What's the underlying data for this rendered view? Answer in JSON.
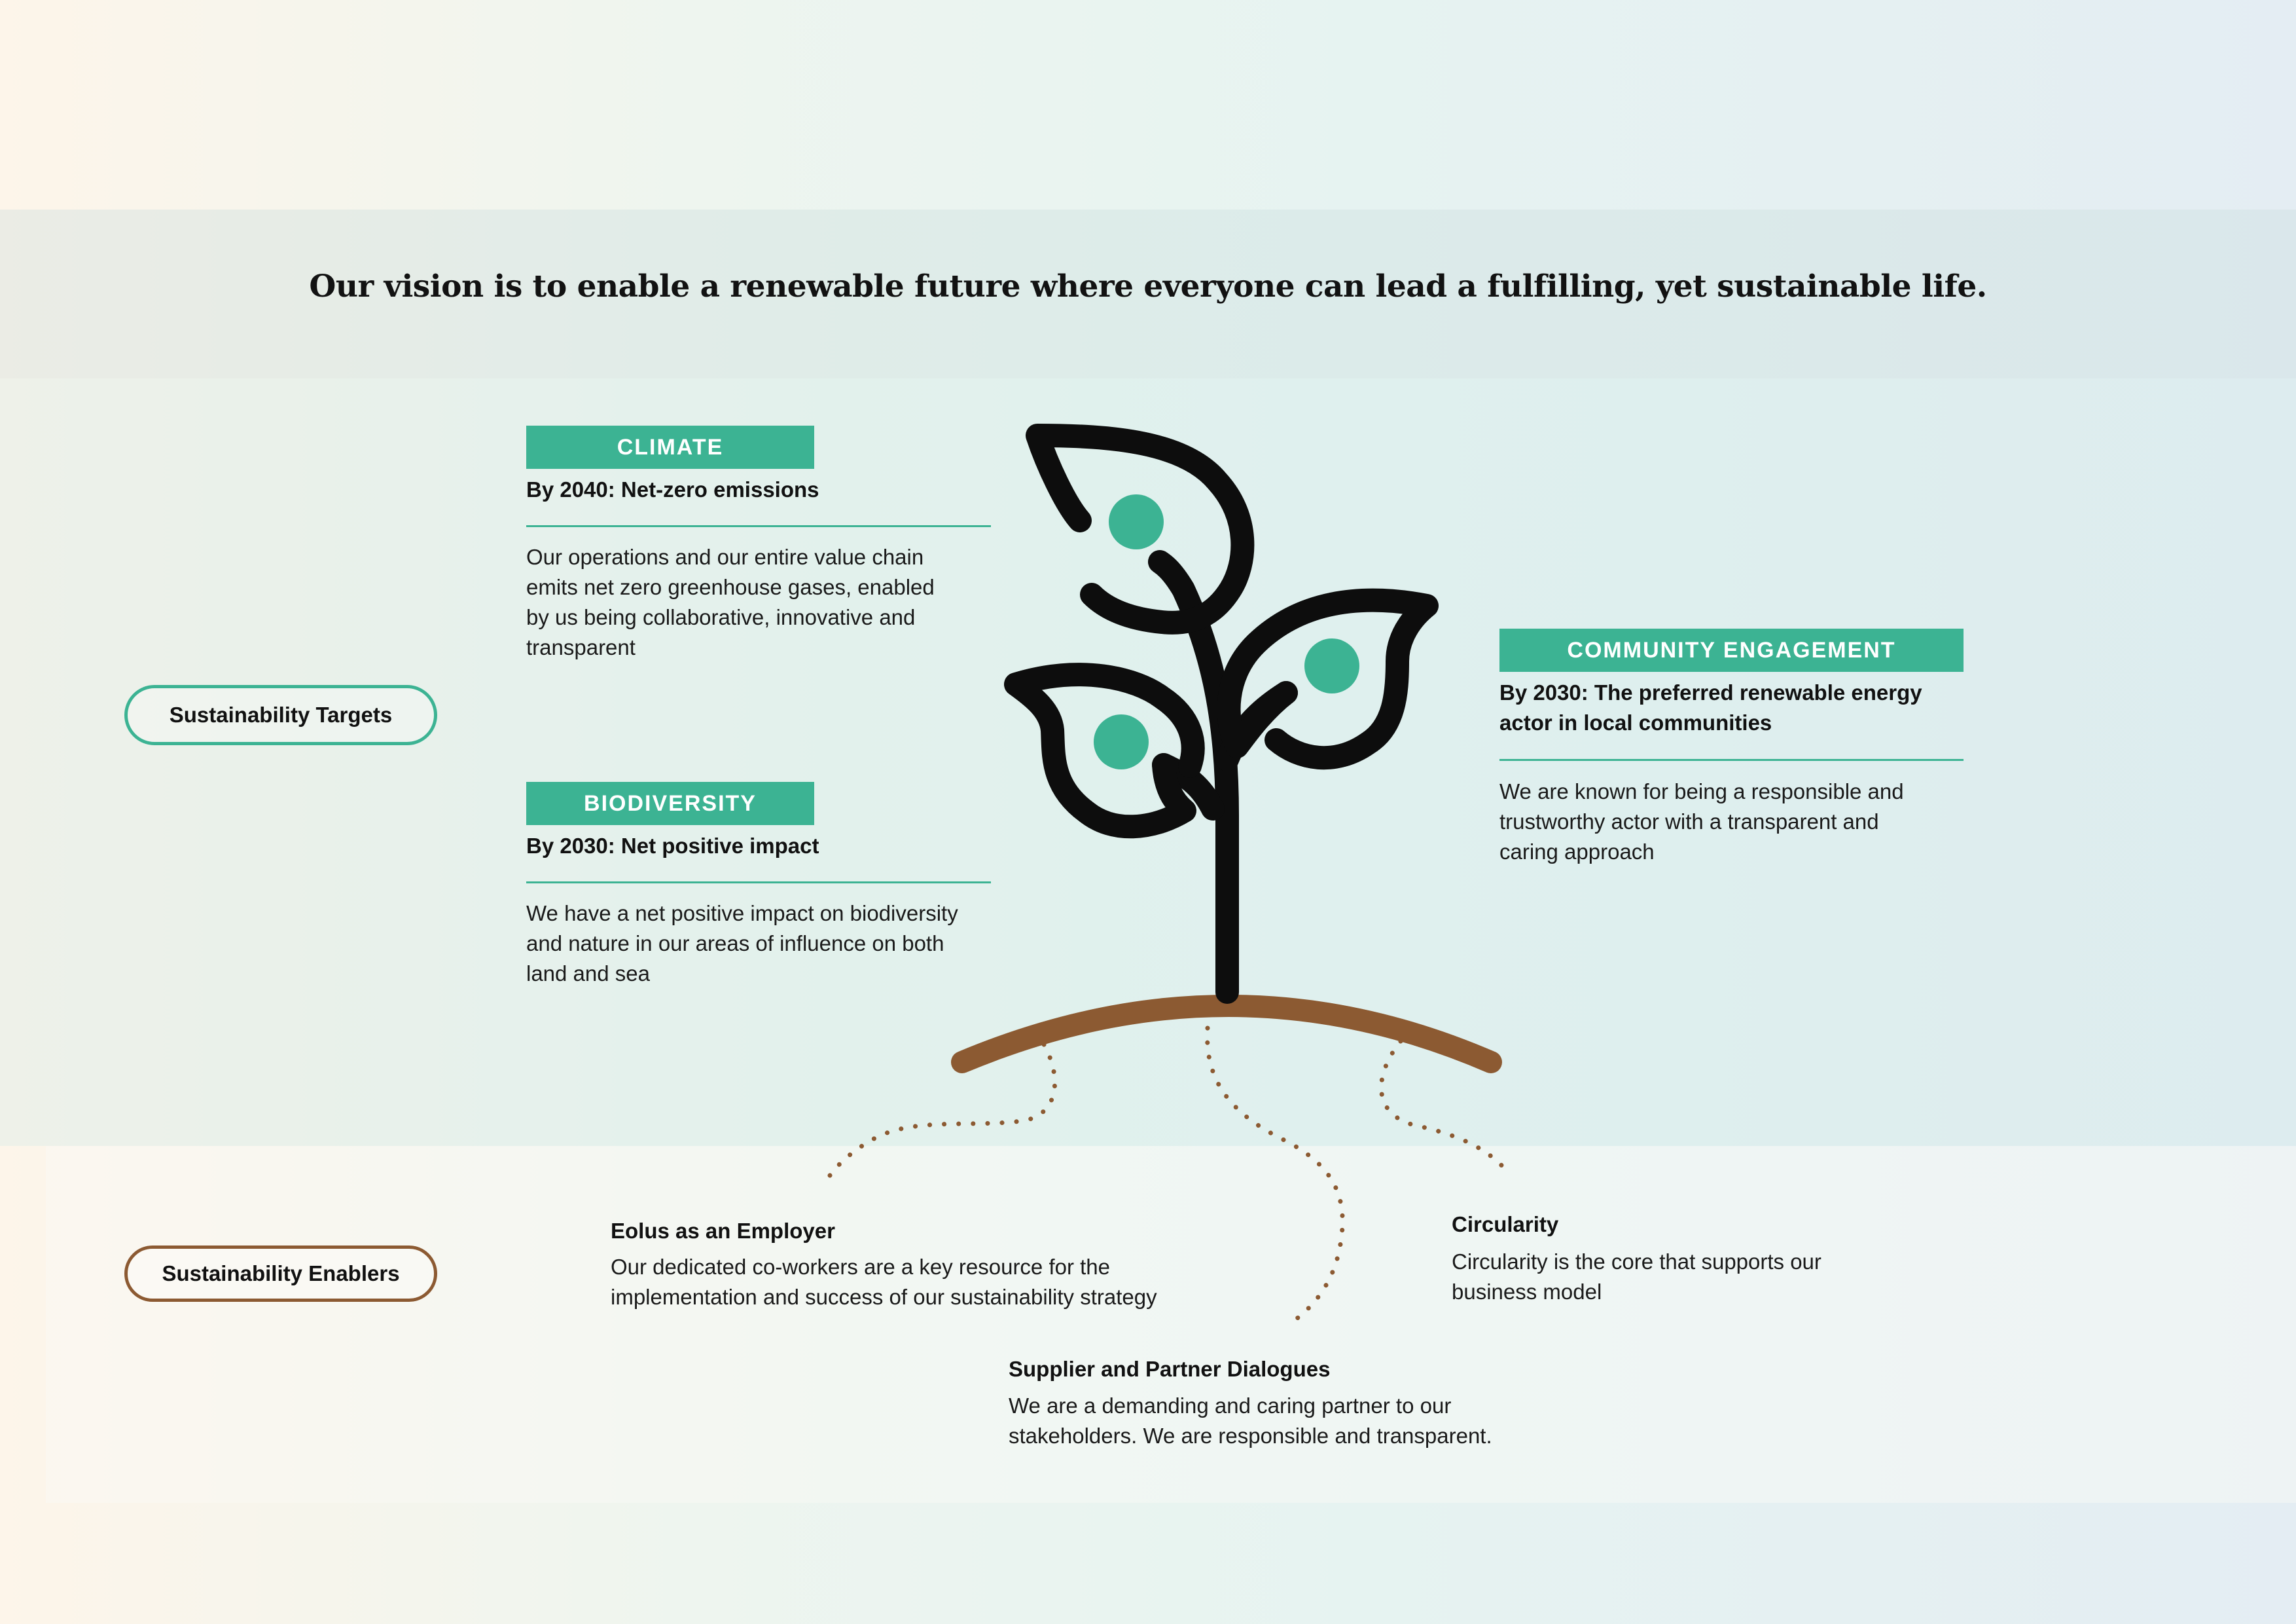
{
  "vision": "Our vision is to enable a renewable future where everyone can lead a fulfilling, yet sustainable life.",
  "labels": {
    "targets": "Sustainability Targets",
    "enablers": "Sustainability Enablers"
  },
  "targets": {
    "climate": {
      "tag": "CLIMATE",
      "goal": "By 2040: Net-zero emissions",
      "lines": [
        "Our operations and our entire value chain",
        "emits net zero greenhouse gases, enabled",
        "by us being collaborative, innovative and",
        "transparent"
      ]
    },
    "biodiversity": {
      "tag": "BIODIVERSITY",
      "goal": "By 2030: Net positive impact",
      "lines": [
        "We have a net positive impact on biodiversity",
        "and nature in our areas of influence on both",
        "land and sea"
      ]
    },
    "community": {
      "tag": "COMMUNITY ENGAGEMENT",
      "goal_lines": [
        "By 2030: The preferred renewable energy",
        "actor in local communities"
      ],
      "lines": [
        "We are known for being a responsible and",
        "trustworthy actor with a transparent and",
        "caring approach"
      ]
    }
  },
  "enablers": {
    "employer": {
      "title": "Eolus as an Employer",
      "lines": [
        "Our dedicated co-workers are a key resource for the",
        "implementation and success of our sustainability strategy"
      ]
    },
    "suppliers": {
      "title": "Supplier and Partner Dialogues",
      "lines": [
        "We are a demanding and caring partner to our",
        "stakeholders. We are responsible and transparent."
      ]
    },
    "circularity": {
      "title": "Circularity",
      "lines": [
        "Circularity is the core that supports our",
        "business model"
      ]
    }
  },
  "colors": {
    "accent_green": "#3cb393",
    "soil_brown": "#8c5a32",
    "root_brown": "#8c5a32",
    "plant_outline": "#0d0d0d"
  },
  "icons": {
    "plant": "sprout-icon",
    "soil": "soil-arc",
    "roots": "dotted-root-lines"
  }
}
